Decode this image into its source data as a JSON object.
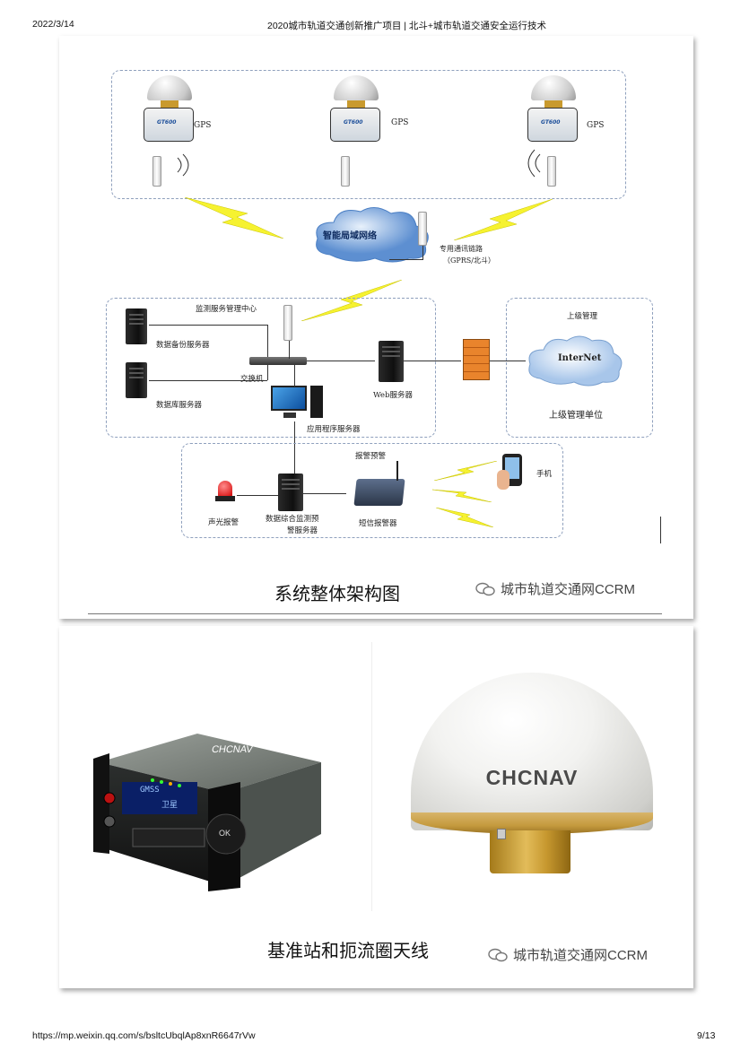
{
  "header": {
    "date": "2022/3/14",
    "title": "2020城市轨道交通创新推广项目 | 北斗+城市轨道交通安全运行技术"
  },
  "footer": {
    "url": "https://mp.weixin.qq.com/s/bsltcUbqlAp8xnR6647rVw",
    "page": "9/13"
  },
  "figure1": {
    "caption": "系统整体架构图",
    "watermark": "城市轨道交通网CCRM",
    "gps_labels": [
      "GPS",
      "GPS",
      "GPS"
    ],
    "receiver_model": "GT600",
    "cloud_label": "智能局域网络",
    "link_label_1": "专用通讯链路",
    "link_label_2": "（GPRS/北斗）",
    "center_title": "监测服务管理中心",
    "backup_server": "数据备份服务器",
    "db_server": "数据库服务器",
    "switch_label": "交换机",
    "app_server": "应用程序服务器",
    "web_server": "Web服务器",
    "upper_mgmt_title": "上级管理",
    "internet_label": "InterNet",
    "upper_unit": "上级管理单位",
    "alarm_title": "报警预警",
    "sound_light": "声光报警",
    "monitor_server_1": "数据综合监测预",
    "monitor_server_2": "警服务器",
    "sms_alarm": "短信报警器",
    "phone": "手机"
  },
  "figure2": {
    "caption": "基准站和扼流圈天线",
    "watermark": "城市轨道交通网CCRM",
    "receiver_brand": "CHCNAV",
    "antenna_brand": "CHCNAV",
    "screen_line1": "GMSS",
    "screen_line2": "卫星",
    "ok_label": "OK"
  }
}
